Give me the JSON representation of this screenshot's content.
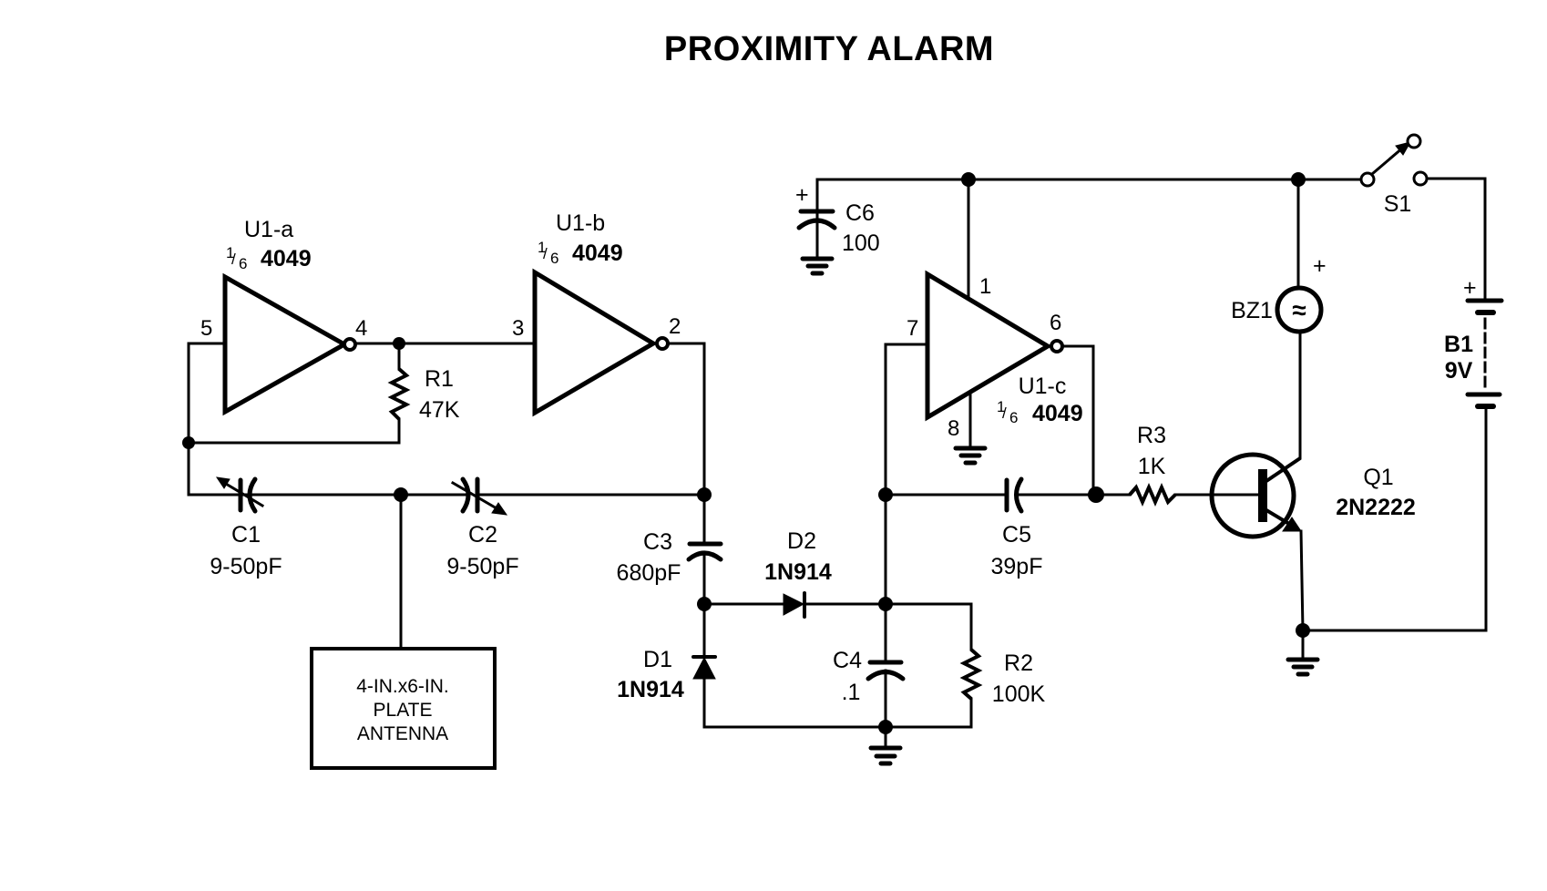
{
  "title": "PROXIMITY ALARM",
  "diagram_type": "electronic schematic",
  "components": {
    "U1a": {
      "ref": "U1-a",
      "fraction": "1/6",
      "fraction_num": "1",
      "fraction_den": "6",
      "part": "4049",
      "pins": {
        "in": "5",
        "out": "4"
      }
    },
    "U1b": {
      "ref": "U1-b",
      "fraction": "1/6",
      "fraction_num": "1",
      "fraction_den": "6",
      "part": "4049",
      "pins": {
        "in": "3",
        "out": "2"
      }
    },
    "U1c": {
      "ref": "U1-c",
      "fraction": "1/6",
      "fraction_num": "1",
      "fraction_den": "6",
      "part": "4049",
      "pins": {
        "in": "7",
        "out": "6",
        "vdd": "1",
        "vss": "8"
      }
    },
    "R1": {
      "ref": "R1",
      "value": "47K"
    },
    "R2": {
      "ref": "R2",
      "value": "100K"
    },
    "R3": {
      "ref": "R3",
      "value": "1K"
    },
    "C1": {
      "ref": "C1",
      "value": "9-50pF",
      "type": "variable"
    },
    "C2": {
      "ref": "C2",
      "value": "9-50pF",
      "type": "variable"
    },
    "C3": {
      "ref": "C3",
      "value": "680pF"
    },
    "C4": {
      "ref": "C4",
      "value": ".1"
    },
    "C5": {
      "ref": "C5",
      "value": "39pF"
    },
    "C6": {
      "ref": "C6",
      "value": "100",
      "polarity": "+"
    },
    "D1": {
      "ref": "D1",
      "part": "1N914"
    },
    "D2": {
      "ref": "D2",
      "part": "1N914"
    },
    "Q1": {
      "ref": "Q1",
      "part": "2N2222"
    },
    "BZ1": {
      "ref": "BZ1",
      "polarity": "+",
      "symbol": "≈"
    },
    "B1": {
      "ref": "B1",
      "value": "9V",
      "polarity": "+"
    },
    "S1": {
      "ref": "S1"
    },
    "antenna": {
      "line1": "4-IN.x6-IN.",
      "line2": "PLATE",
      "line3": "ANTENNA"
    }
  },
  "colors": {
    "ink": "#000000",
    "paper": "#ffffff"
  }
}
